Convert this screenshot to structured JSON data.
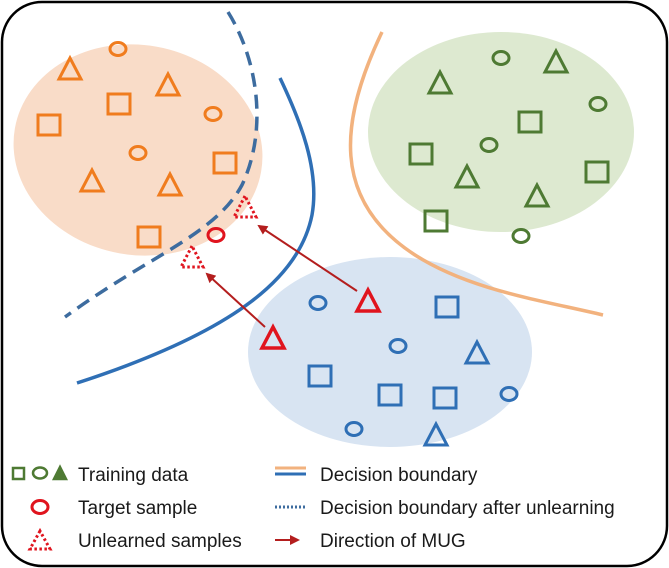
{
  "colors": {
    "orange": "#F07C1E",
    "orange_fill": "#F9DCC8",
    "orange_line": "#F2B27E",
    "green": "#4E7A33",
    "green_fill": "#DDE9D0",
    "blue": "#2F6FB5",
    "blue_fill": "#D8E4F2",
    "red": "#E0141E",
    "dark_red": "#B41E1E",
    "border": "#000000"
  },
  "legend": {
    "training_data": "Training data",
    "target_sample": "Target sample",
    "unlearned_samples": "Unlearned samples",
    "decision_boundary": "Decision boundary",
    "decision_boundary_after": "Decision boundary after unlearning",
    "direction": "Direction of MUG"
  },
  "icons": {
    "training": [
      "square-icon",
      "circle-icon",
      "triangle-icon"
    ],
    "target": "circle-icon",
    "unlearned": "dotted-triangle-icon",
    "boundary": "solid-line-icon",
    "boundary_after": "dotted-line-icon",
    "direction": "arrow-icon"
  }
}
